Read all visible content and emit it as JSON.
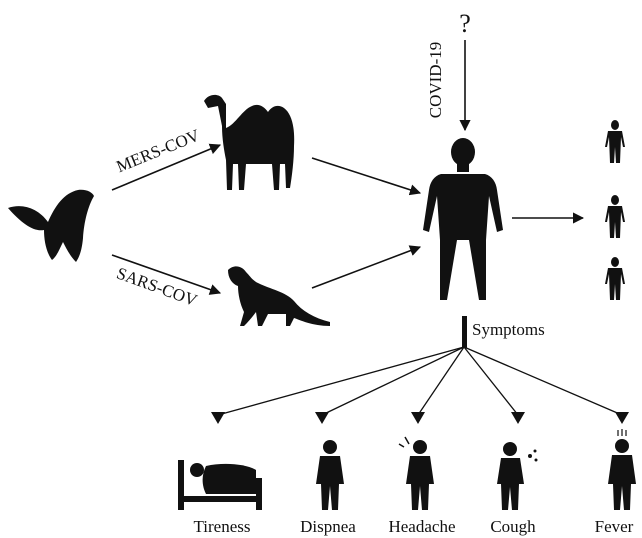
{
  "origin_labels": {
    "question_mark": "?",
    "covid": "COVID-19",
    "mers": "MERS-COV",
    "sars": "SARS-COV"
  },
  "symptoms_label": "Symptoms",
  "symptoms": [
    {
      "label": "Tireness",
      "icon": "person-in-bed-icon"
    },
    {
      "label": "Dispnea",
      "icon": "person-holding-chest-icon"
    },
    {
      "label": "Headache",
      "icon": "person-holding-head-icon"
    },
    {
      "label": "Cough",
      "icon": "person-coughing-icon"
    },
    {
      "label": "Fever",
      "icon": "person-with-fever-icon"
    }
  ],
  "icons": {
    "bat": "bat-icon",
    "camel": "camel-icon",
    "civet": "civet-icon",
    "human": "human-body-icon",
    "small_human": "small-human-icon"
  },
  "colors": {
    "ink": "#111111",
    "background": "#ffffff"
  }
}
